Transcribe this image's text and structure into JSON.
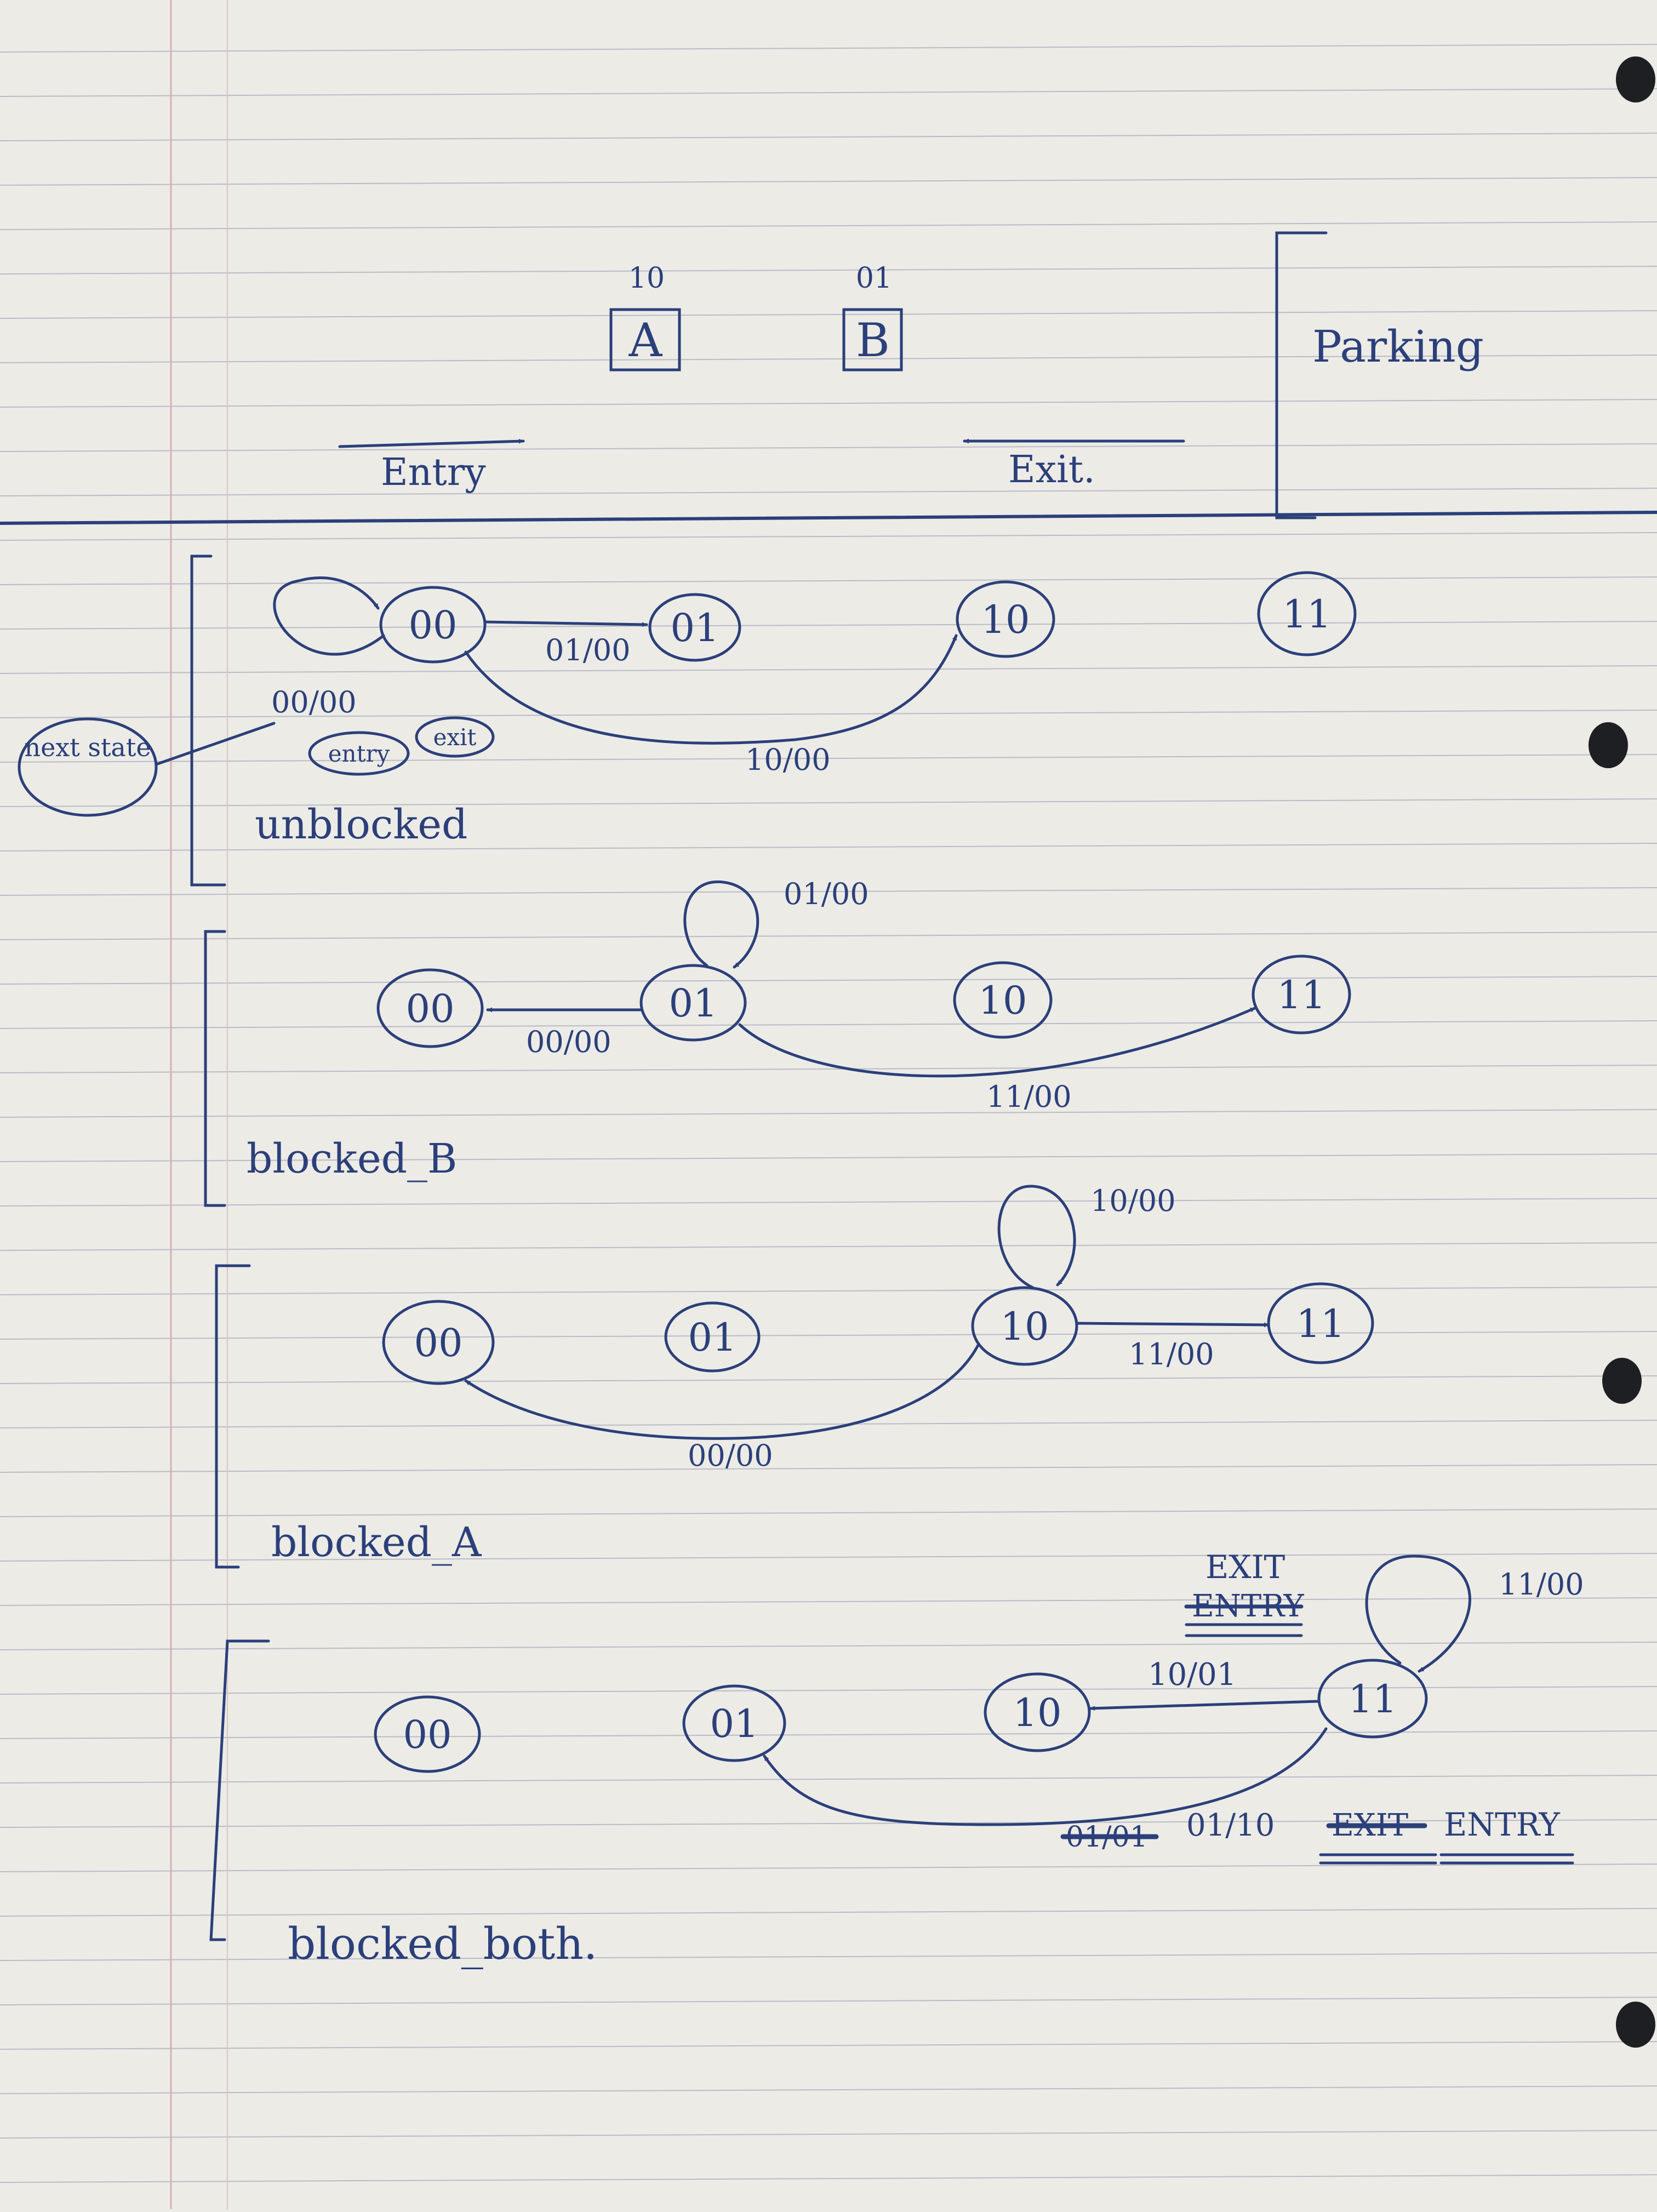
{
  "header": {
    "sensor_a": {
      "code": "10",
      "label": "A"
    },
    "sensor_b": {
      "code": "01",
      "label": "B"
    },
    "entry_label": "Entry",
    "exit_label": "Exit.",
    "parking_label": "Parking"
  },
  "sections": {
    "unblocked": {
      "title": "unblocked",
      "states": [
        "00",
        "01",
        "10",
        "11"
      ],
      "transitions": [
        "00/00",
        "01/00",
        "10/00"
      ],
      "legend": {
        "next_state": "next state",
        "entry": "entry",
        "exit": "exit"
      }
    },
    "blocked_b": {
      "title": "blocked_B",
      "states": [
        "00",
        "01",
        "10",
        "11"
      ],
      "transitions": [
        "01/00",
        "00/00",
        "11/00"
      ]
    },
    "blocked_a": {
      "title": "blocked_A",
      "states": [
        "00",
        "01",
        "10",
        "11"
      ],
      "transitions": [
        "10/00",
        "11/00",
        "00/00"
      ]
    },
    "blocked_both": {
      "title": "blocked_both.",
      "states": [
        "00",
        "01",
        "10",
        "11"
      ],
      "transitions": [
        "11/00",
        "10/01",
        "01/10"
      ],
      "annotations": {
        "exit_note": "EXIT",
        "entry_struck": "ENTRY",
        "struck_label": "01/01",
        "exit_struck": "EXIT",
        "entry_note": "ENTRY"
      }
    }
  },
  "colors": {
    "ink": "#2b3f7a",
    "paper": "#ecebe6",
    "rule": "#b9bcc6",
    "margin": "#d7b0b0"
  }
}
